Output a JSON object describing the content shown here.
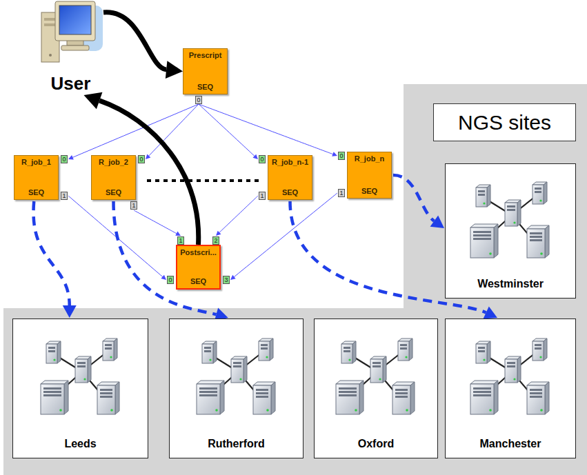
{
  "diagram": {
    "nodes": [
      {
        "text": [
          "User"
        ]
      },
      {
        "text": [
          "Prescript",
          "SEQ"
        ]
      },
      {
        "text": [
          "R_job_1",
          "SEQ"
        ]
      },
      {
        "text": [
          "R_job_2",
          "SEQ"
        ]
      },
      {
        "text": [
          "R_job_n-1",
          "SEQ"
        ]
      },
      {
        "text": [
          "R_job_n",
          "SEQ"
        ]
      },
      {
        "text": [
          "Postscri...",
          "SEQ"
        ]
      },
      {
        "text": [
          "NGS sites"
        ]
      },
      {
        "text": [
          "Westminster"
        ]
      },
      {
        "text": [
          "Leeds"
        ]
      },
      {
        "text": [
          "Rutherford"
        ]
      },
      {
        "text": [
          "Oxford"
        ]
      },
      {
        "text": [
          "Manchester"
        ]
      }
    ],
    "edges": [
      {
        "from": 0,
        "to": 1,
        "arrow": "to"
      },
      {
        "from": 1,
        "to": 2,
        "arrow": "to"
      },
      {
        "from": 1,
        "to": 3,
        "arrow": "to"
      },
      {
        "from": 1,
        "to": 4,
        "arrow": "to"
      },
      {
        "from": 1,
        "to": 5,
        "arrow": "to"
      },
      {
        "from": 2,
        "to": 6,
        "arrow": "to"
      },
      {
        "from": 3,
        "to": 6,
        "arrow": "to"
      },
      {
        "from": 4,
        "to": 6,
        "arrow": "to"
      },
      {
        "from": 5,
        "to": 6,
        "arrow": "to"
      },
      {
        "from": 6,
        "to": 0,
        "arrow": "to"
      },
      {
        "from": 2,
        "to": 9,
        "arrow": "to"
      },
      {
        "from": 3,
        "to": 10,
        "arrow": "to"
      },
      {
        "from": 4,
        "to": 12,
        "arrow": "to"
      },
      {
        "from": 5,
        "to": 8,
        "arrow": "to"
      }
    ],
    "labels": [
      "0",
      "0",
      "1",
      "0",
      "1",
      "0",
      "1",
      "0",
      "1",
      "0",
      "1",
      "2",
      "3"
    ]
  }
}
